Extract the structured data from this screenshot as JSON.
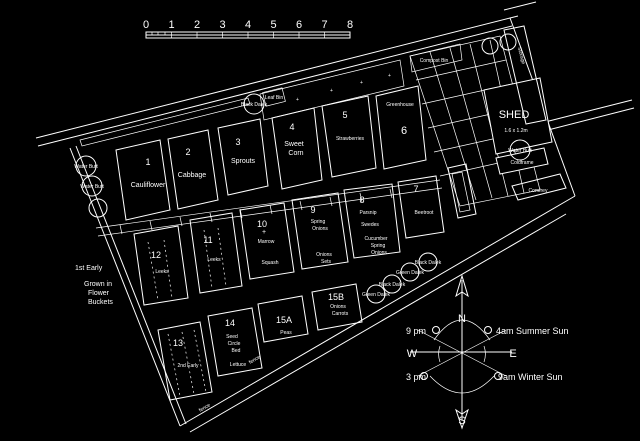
{
  "scale_bar": {
    "ticks": [
      "0",
      "1",
      "2",
      "3",
      "4",
      "5",
      "6",
      "7",
      "8"
    ]
  },
  "beds": {
    "b1": {
      "num": "1",
      "name": "Cauliflower"
    },
    "b2": {
      "num": "2",
      "name": "Cabbage"
    },
    "b3": {
      "num": "3",
      "name": "Sprouts"
    },
    "b4": {
      "num": "4",
      "name": "Sweet",
      "name2": "Corn"
    },
    "b5": {
      "num": "5",
      "name": "Strawberries"
    },
    "b6": {
      "num": "6",
      "name": "Greenhouse"
    },
    "b7": {
      "num": "7",
      "name": "Beetroot"
    },
    "b8": {
      "num": "8",
      "name": "Parsnip",
      "name2": "Swedes",
      "name3": "Cucumber",
      "name4": "Spring",
      "name5": "Onions"
    },
    "b9": {
      "num": "9",
      "name": "Spring",
      "name2": "Onions",
      "name3": "Onions",
      "name4": "Sets"
    },
    "b10": {
      "num": "10",
      "name": "Marrow",
      "name2": "Squash"
    },
    "b11": {
      "num": "11",
      "name": "Leeks"
    },
    "b12": {
      "num": "12",
      "name": "Leeks"
    },
    "b13": {
      "num": "13",
      "name": "2nd Early"
    },
    "b14": {
      "num": "14",
      "name": "Seed",
      "name2": "Circle",
      "name3": "Bed",
      "name4": "Lettuce"
    },
    "b15a": {
      "num": "15A",
      "name": "Peas"
    },
    "b15b": {
      "num": "15B",
      "name": "Onions",
      "name2": "Carrots"
    }
  },
  "shed": {
    "title": "SHED",
    "size": "1.6 x 1.2m"
  },
  "labels": {
    "early": "1st Early",
    "grown1": "Grown in",
    "grown2": "Flower",
    "grown3": "Buckets",
    "comfrey": "Comfrey",
    "coldframe": "Coldframe",
    "water_butt": "Water Butt",
    "compost_bin": "Compost Bin",
    "black_dalek": "Black Dalek",
    "green_dalek": "Green Dalek",
    "leaf_bin": "Leaf Bin",
    "storage": "Storage",
    "fence": "fence"
  },
  "compass": {
    "n": "N",
    "s": "S",
    "e": "E",
    "w": "W",
    "pm9": "9 pm",
    "am4": "4am  Summer Sun",
    "pm3": "3 pm",
    "am9": "9am   Winter Sun"
  }
}
